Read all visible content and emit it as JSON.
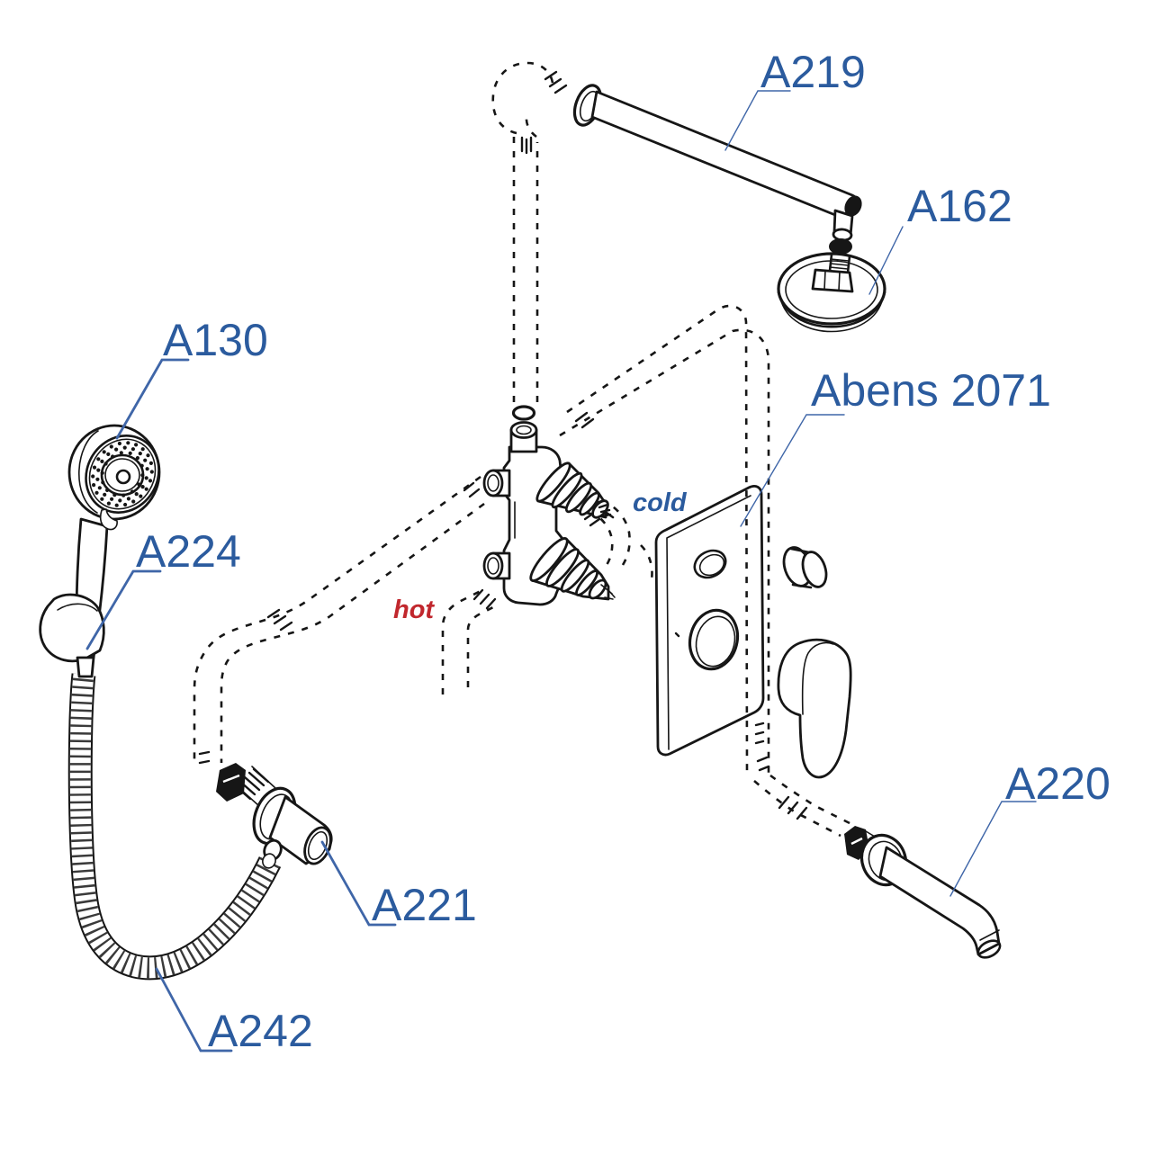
{
  "diagram": {
    "title_hint": "exploded shower system parts diagram",
    "background": "#ffffff",
    "labels": {
      "a219": "A219",
      "a162": "A162",
      "a130": "A130",
      "a224": "A224",
      "abens": "Abens 2071",
      "a220": "A220",
      "a221": "A221",
      "a242": "A242",
      "cold": "cold",
      "hot": "hot"
    },
    "colors": {
      "label_blue": "#2b5b9e",
      "leader_blue": "#3f66a8",
      "hot_red": "#c1272d",
      "line_black": "#161616",
      "hose_gray": "#3a3a3a"
    }
  }
}
